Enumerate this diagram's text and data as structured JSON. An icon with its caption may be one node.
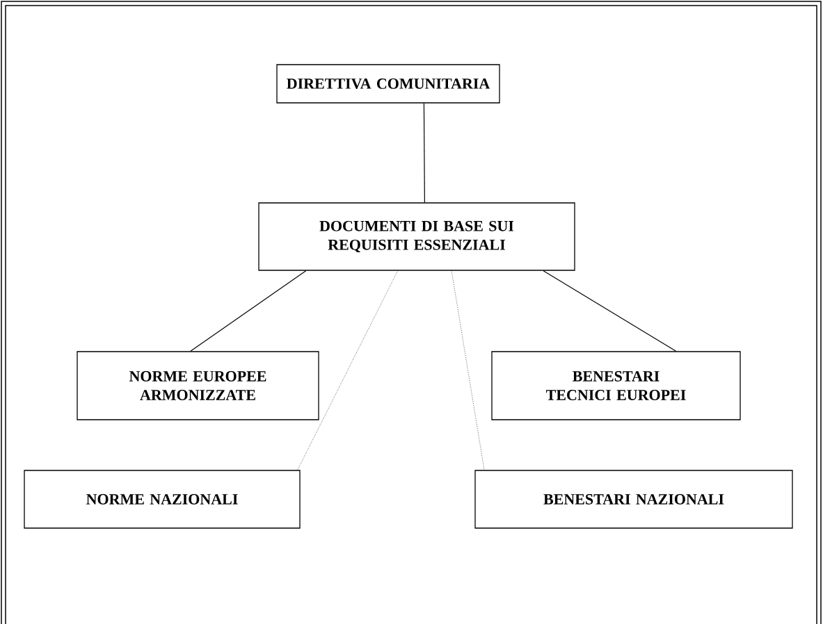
{
  "diagram": {
    "nodes": [
      {
        "text": [
          "DIRETTIVA COMUNITARIA"
        ]
      },
      {
        "text": [
          "DOCUMENTI DI BASE SUI REQUISITI ESSENZIALI"
        ]
      },
      {
        "text": [
          "NORME EUROPEE ARMONIZZATE"
        ]
      },
      {
        "text": [
          "BENESTARI TECNICI EUROPEI"
        ]
      },
      {
        "text": [
          "NORME NAZIONALI"
        ]
      },
      {
        "text": [
          "BENESTARI NAZIONALI"
        ]
      }
    ],
    "edges": [
      {
        "from": 0,
        "to": 1,
        "arrow": "none"
      },
      {
        "from": 1,
        "to": 2,
        "arrow": "none"
      },
      {
        "from": 1,
        "to": 3,
        "arrow": "none"
      },
      {
        "from": 1,
        "to": 4,
        "arrow": "none",
        "style": "dashed"
      },
      {
        "from": 1,
        "to": 5,
        "arrow": "none",
        "style": "dashed"
      }
    ]
  }
}
